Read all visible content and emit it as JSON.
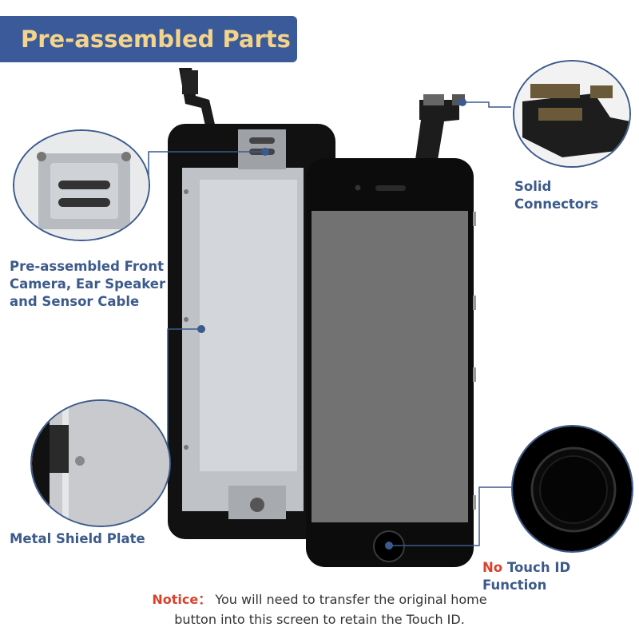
{
  "banner": {
    "title": "Pre-assembled Parts"
  },
  "callouts": {
    "front_camera": {
      "lines": [
        "Pre-assembled Front",
        "Camera, Ear Speaker",
        "and Sensor Cable"
      ]
    },
    "connectors": {
      "label": "Solid Connectors"
    },
    "shield": {
      "label": "Metal Shield Plate"
    },
    "touch_id": {
      "prefix": "No",
      "rest": " Touch ID Function"
    }
  },
  "notice": {
    "prefix": "Notice：",
    "line1": " You will need to transfer the original home",
    "line2": "button into this screen to retain the Touch ID."
  },
  "colors": {
    "banner_bg": "#3b5a9a",
    "banner_text": "#f4d48a",
    "accent": "#3c5a8c",
    "warning": "#d9412b"
  }
}
